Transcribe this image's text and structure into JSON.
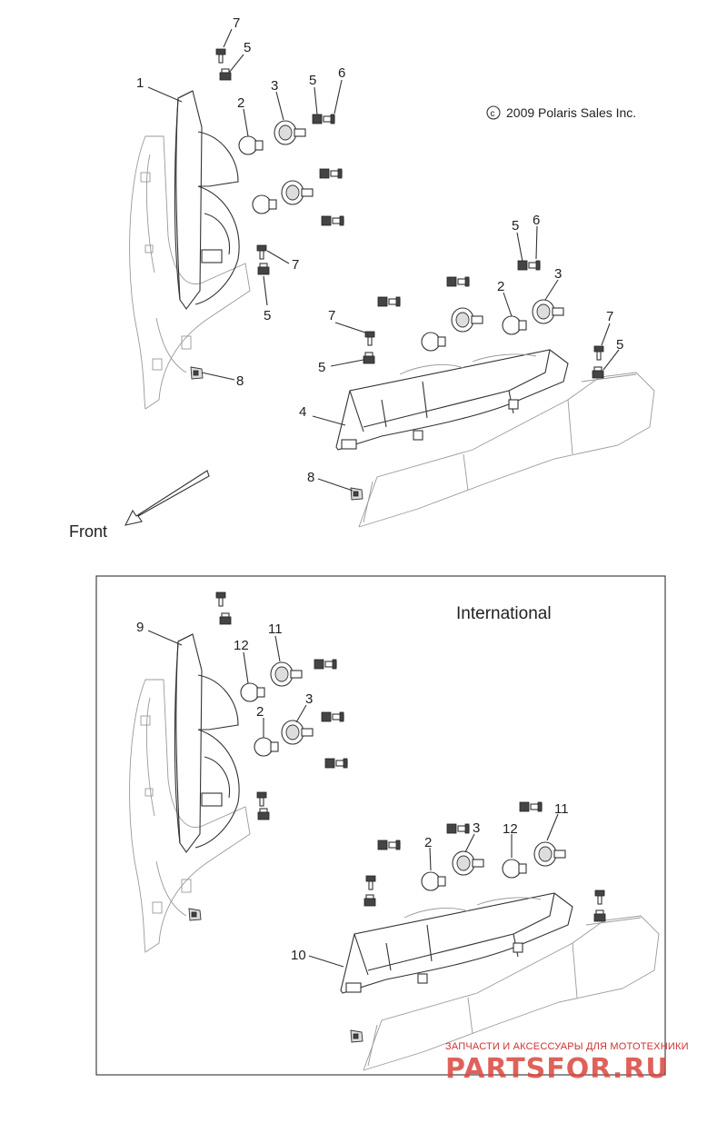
{
  "copyright": "2009 Polaris Sales Inc.",
  "copyright_symbol": "c",
  "front_label": "Front",
  "international_label": "International",
  "watermark": {
    "tagline": "ЗАПЧАСТИ И АКСЕССУАРЫ ДЛЯ МОТОТЕХНИКИ",
    "brand": "PARTSFOR.RU"
  },
  "callouts": {
    "c1": "1",
    "c2a": "2",
    "c2b": "2",
    "c3a": "3",
    "c3b": "3",
    "c4": "4",
    "c5a": "5",
    "c5b": "5",
    "c5c": "5",
    "c5d": "5",
    "c5e": "5",
    "c5f": "5",
    "c6a": "6",
    "c6b": "6",
    "c7a": "7",
    "c7b": "7",
    "c7c": "7",
    "c7d": "7",
    "c8a": "8",
    "c8b": "8",
    "c9": "9",
    "c10": "10",
    "c11a": "11",
    "c11b": "11",
    "c12a": "12",
    "c12b": "12",
    "c2c": "2",
    "c3c": "3",
    "c2d": "2",
    "c3d": "3"
  }
}
